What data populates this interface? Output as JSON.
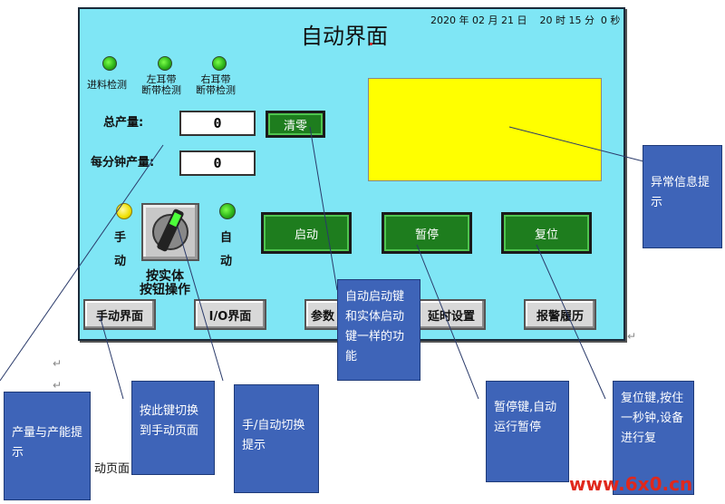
{
  "hmi": {
    "title": "自动界面",
    "datetime": "2020 年 02 月 21 日    20 时 15 分  0 秒",
    "indicators": [
      {
        "label": "进料检测"
      },
      {
        "label": "左耳带\n断带检测"
      },
      {
        "label": "右耳带\n断带检测"
      }
    ],
    "total_label": "总产量:",
    "total_value": "0",
    "clear_button": "清零",
    "per_minute_label": "每分钟产量:",
    "per_minute_value": "0",
    "manual_label": "手\n动",
    "auto_label": "自\n动",
    "switch_caption": "按实体\n按钮操作",
    "buttons": {
      "start": "启动",
      "pause": "暂停",
      "reset": "复位"
    },
    "nav": {
      "manual": "手动界面",
      "io": "I/O界面",
      "params": "参数",
      "delay": "延时设置",
      "alarm": "报警履历"
    },
    "colors": {
      "panel": "#7fe6f5",
      "alarm_box": "#ffff00",
      "green_button": "#1e7d1e",
      "callout": "#3e64b8"
    }
  },
  "callouts": {
    "alarm_info": "异常信息提示",
    "start_func": "自动启动键和实体启动键一样的功能",
    "pause_func": "暂停键,自动运行暂停",
    "reset_func": "复位键,按住一秒钟,设备进行复",
    "switch_to_manual": "按此键切换到手动页面",
    "mode_hint": "手/自动切换提示",
    "output_hint": "产量与产能提示"
  },
  "doc_text": "动页面",
  "watermark": "www.6x0.cn"
}
